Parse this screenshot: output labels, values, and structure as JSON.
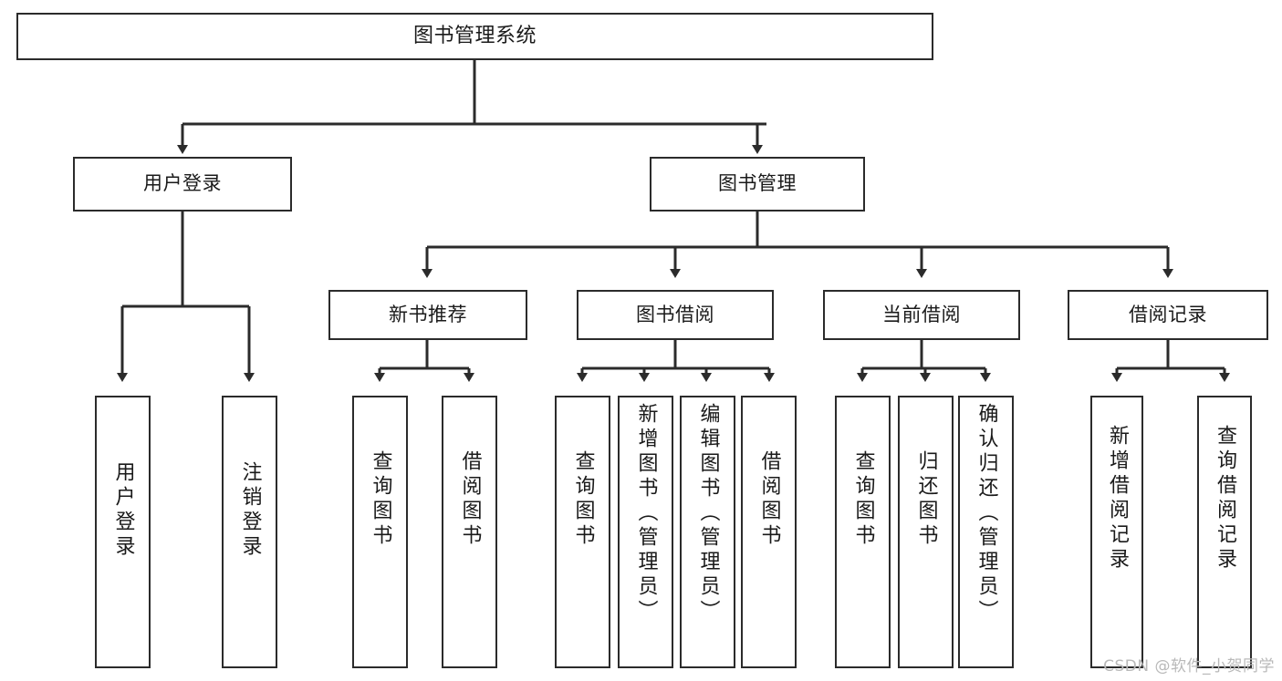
{
  "diagram": {
    "title": "图书管理系统",
    "watermark": "CSDN @软件_小贺同学",
    "line_color": "#2b2b2b",
    "box_fill": "#ffffff",
    "text_color": "#1a1a1a",
    "nodes": {
      "root": "图书管理系统",
      "level1": {
        "user_login": "用户登录",
        "book_manage": "图书管理"
      },
      "level2": {
        "new_book_recommend": "新书推荐",
        "book_borrow": "图书借阅",
        "current_borrow": "当前借阅",
        "borrow_record": "借阅记录"
      },
      "leaves": {
        "user_login_1": "用户登录",
        "user_login_2": "注销登录",
        "recommend_1": "查询图书",
        "recommend_2": "借阅图书",
        "borrow_1": "查询图书",
        "borrow_2": "新增图书（管理员）",
        "borrow_3": "编辑图书（管理员）",
        "borrow_4": "借阅图书",
        "current_1": "查询图书",
        "current_2": "归还图书",
        "current_3": "确认归还（管理员）",
        "record_1": "新增借阅记录",
        "record_2": "查询借阅记录"
      }
    }
  }
}
